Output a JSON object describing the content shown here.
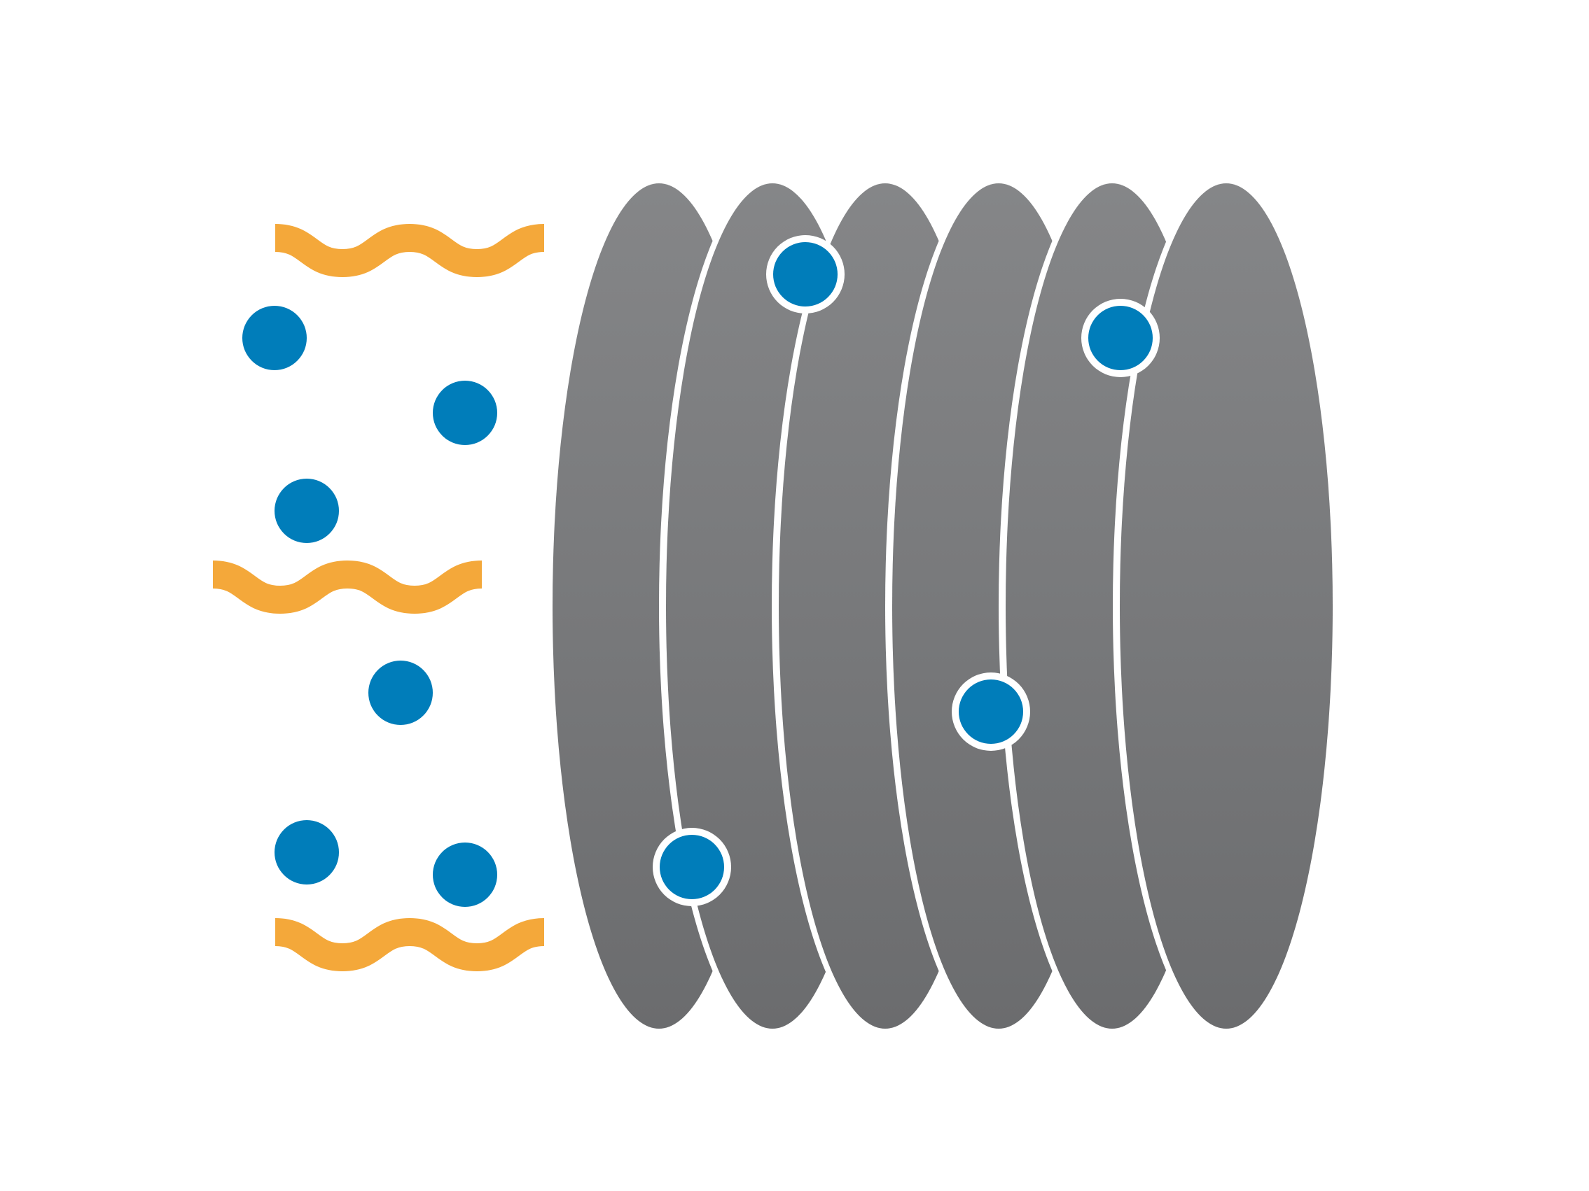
{
  "diagram": {
    "colors": {
      "background": "#ffffff",
      "disc_fill_top": "#858688",
      "disc_fill_bottom": "#6b6c6e",
      "disc_outline": "#ffffff",
      "particle": "#007dba",
      "chain": "#f4a83a"
    },
    "discs": [
      {
        "id": 1
      },
      {
        "id": 2
      },
      {
        "id": 3
      },
      {
        "id": 4
      },
      {
        "id": 5
      },
      {
        "id": 6
      }
    ],
    "free_particles": [
      {
        "id": 1
      },
      {
        "id": 2
      },
      {
        "id": 3
      },
      {
        "id": 4
      },
      {
        "id": 5
      },
      {
        "id": 6
      }
    ],
    "trapped_particles": [
      {
        "id": 1
      },
      {
        "id": 2
      },
      {
        "id": 3
      },
      {
        "id": 4
      }
    ],
    "wavy_chains": [
      {
        "id": 1
      },
      {
        "id": 2
      },
      {
        "id": 3
      }
    ],
    "icons": {
      "disc": "disc-icon",
      "particle": "particle-icon",
      "chain": "wavy-chain-icon"
    }
  }
}
